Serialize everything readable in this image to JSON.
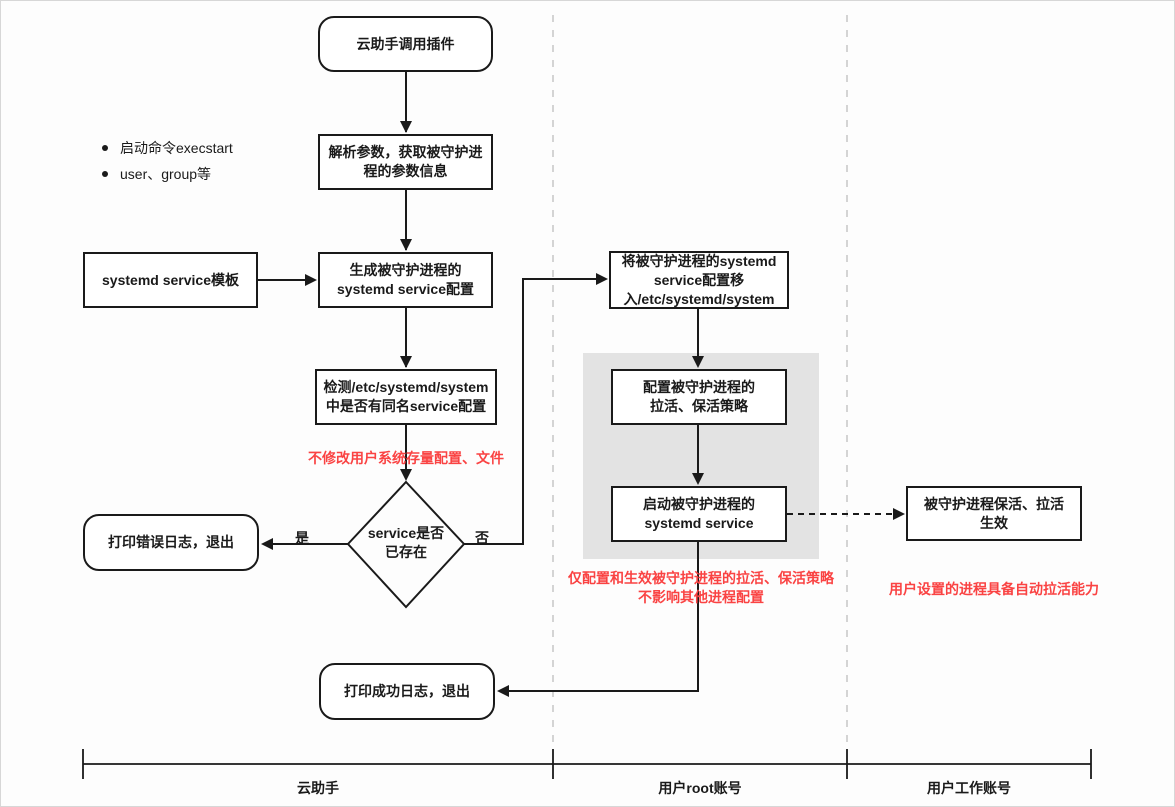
{
  "colors": {
    "stroke": "#1a1a1a",
    "red_note": "#fa4343",
    "gray_region": "#e3e3e3",
    "lane_divider": "#c6c6c6",
    "canvas_border": "#d7d7d7"
  },
  "nodes": {
    "plugin": {
      "label": "云助手调用插件"
    },
    "parse": {
      "label": "解析参数，获取被守护进\n程的参数信息"
    },
    "template": {
      "label": "systemd service模板"
    },
    "generate": {
      "label": "生成被守护进程的\nsystemd service配置"
    },
    "check": {
      "label": "检测/etc/systemd/system\n中是否有同名service配置"
    },
    "decision": {
      "label": "service是否\n已存在"
    },
    "error_exit": {
      "label": "打印错误日志，退出"
    },
    "move_config": {
      "label": "将被守护进程的systemd\nservice配置移\n入/etc/systemd/system"
    },
    "config_policy": {
      "label": "配置被守护进程的\n拉活、保活策略"
    },
    "start_service": {
      "label": "启动被守护进程的\nsystemd service"
    },
    "effect": {
      "label": "被守护进程保活、拉活\n生效"
    },
    "success_exit": {
      "label": "打印成功日志，退出"
    }
  },
  "bullets": [
    "启动命令execstart",
    "user、group等"
  ],
  "edge_labels": {
    "yes": "是",
    "no": "否"
  },
  "notes": {
    "no_modify": "不修改用户系统存量配置、文件",
    "only_config": "仅配置和生效被守护进程的拉活、保活策略\n不影响其他进程配置",
    "auto_pull": "用户设置的进程具备自动拉活能力"
  },
  "lanes": [
    "云助手",
    "用户root账号",
    "用户工作账号"
  ]
}
